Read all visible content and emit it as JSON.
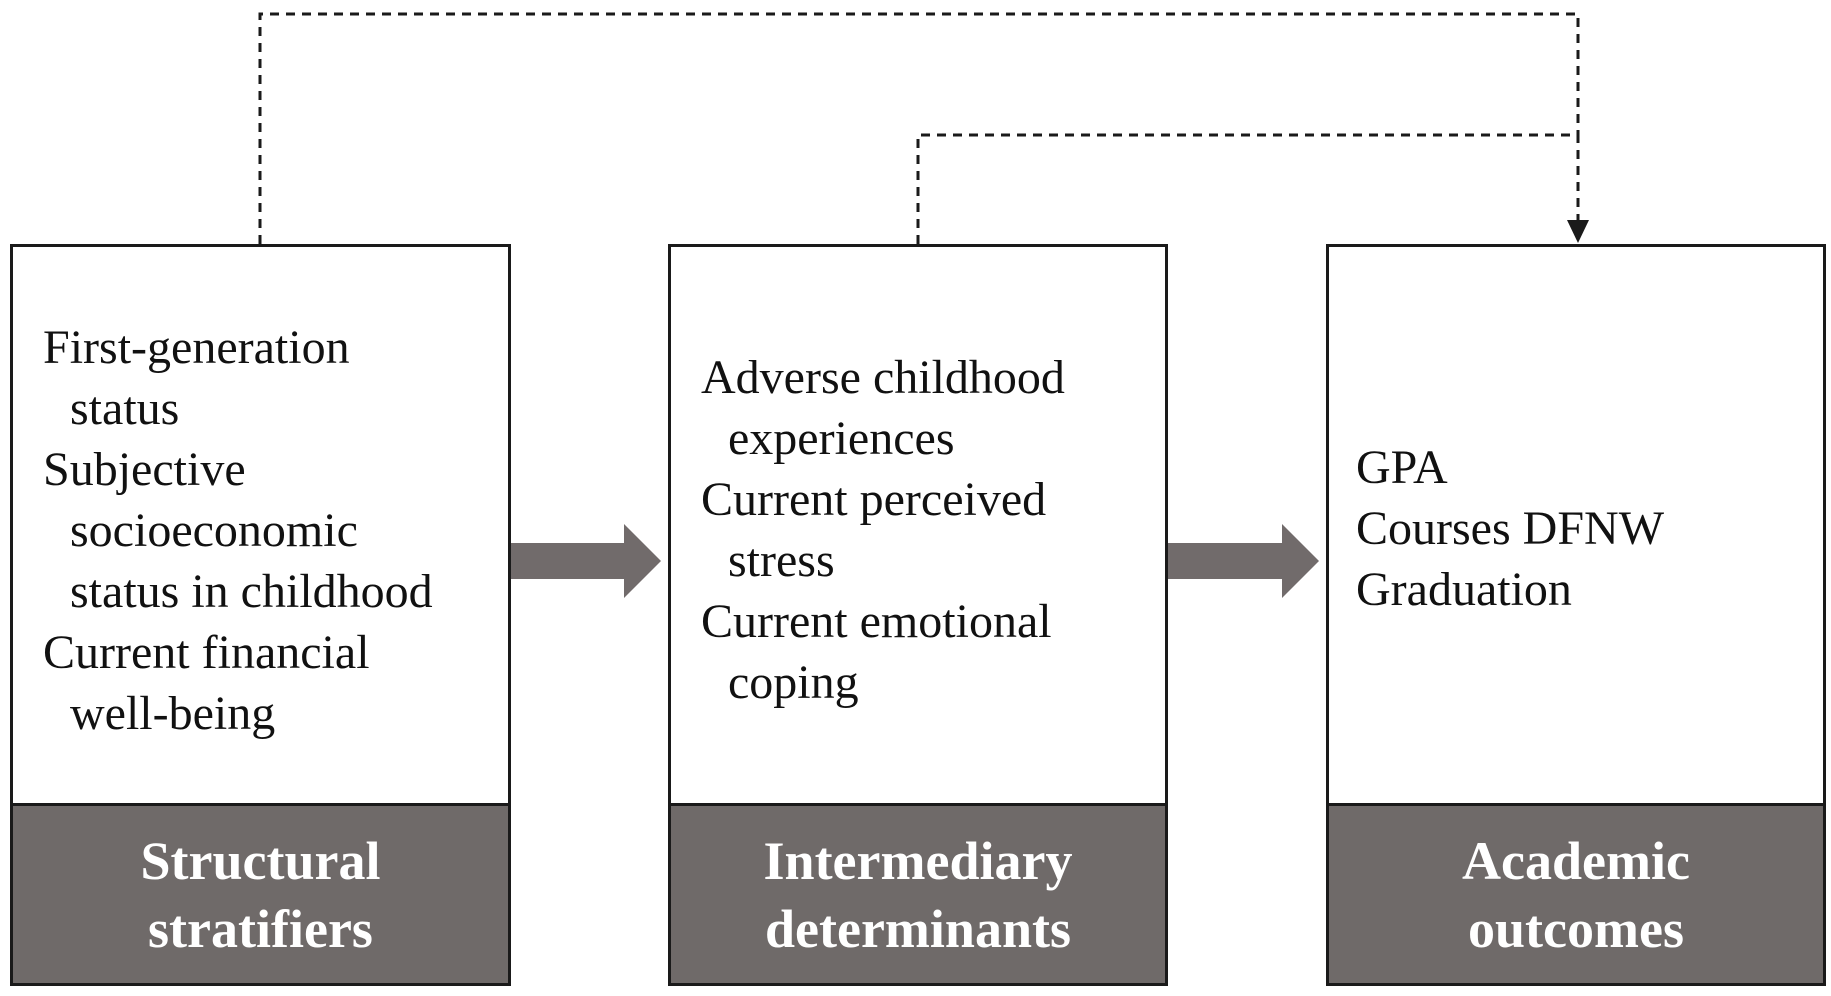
{
  "colors": {
    "footer_fill": "#6f6a69",
    "arrow_fill": "#716b6b",
    "line": "#1a1a1a",
    "footer_text": "#ffffff"
  },
  "columns": [
    {
      "heading_lines": [
        "Structural",
        "stratifiers"
      ],
      "items": [
        [
          "First-generation",
          "status"
        ],
        [
          "Subjective",
          "socioeconomic",
          "status in childhood"
        ],
        [
          "Current financial",
          "well-being"
        ]
      ]
    },
    {
      "heading_lines": [
        "Intermediary",
        "determinants"
      ],
      "items": [
        [
          "Adverse childhood",
          "experiences"
        ],
        [
          "Current perceived",
          "stress"
        ],
        [
          "Current emotional",
          "coping"
        ]
      ]
    },
    {
      "heading_lines": [
        "Academic",
        "outcomes"
      ],
      "items": [
        [
          "GPA"
        ],
        [
          "Courses DFNW"
        ],
        [
          "Graduation"
        ]
      ]
    }
  ],
  "connections": [
    {
      "from": "structural-stratifiers",
      "to": "intermediary-determinants",
      "style": "solid-block-arrow"
    },
    {
      "from": "intermediary-determinants",
      "to": "academic-outcomes",
      "style": "solid-block-arrow"
    },
    {
      "from": "structural-stratifiers",
      "to": "academic-outcomes",
      "style": "dashed"
    },
    {
      "from": "intermediary-determinants",
      "to": "academic-outcomes",
      "style": "dashed"
    }
  ]
}
